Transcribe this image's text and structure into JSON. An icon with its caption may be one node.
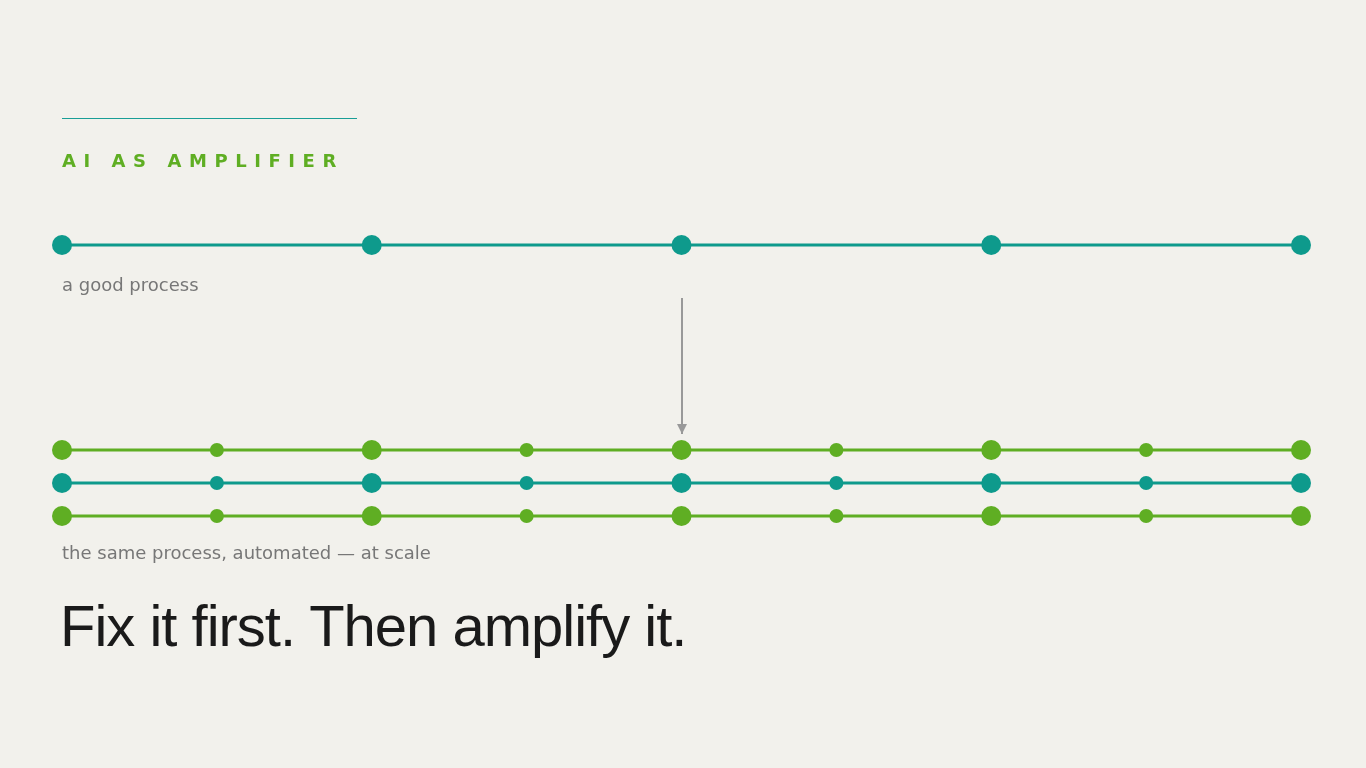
{
  "diagram": {
    "title": "AI AS AMPLIFIER",
    "caption": "Fix it first. Then amplify it.",
    "nodes": [
      {
        "text": [
          "a good process"
        ]
      },
      {
        "text": [
          "the same process, automated — at scale"
        ]
      }
    ],
    "edges": [
      {
        "from": 0,
        "to": 1,
        "arrow": "to"
      }
    ]
  }
}
